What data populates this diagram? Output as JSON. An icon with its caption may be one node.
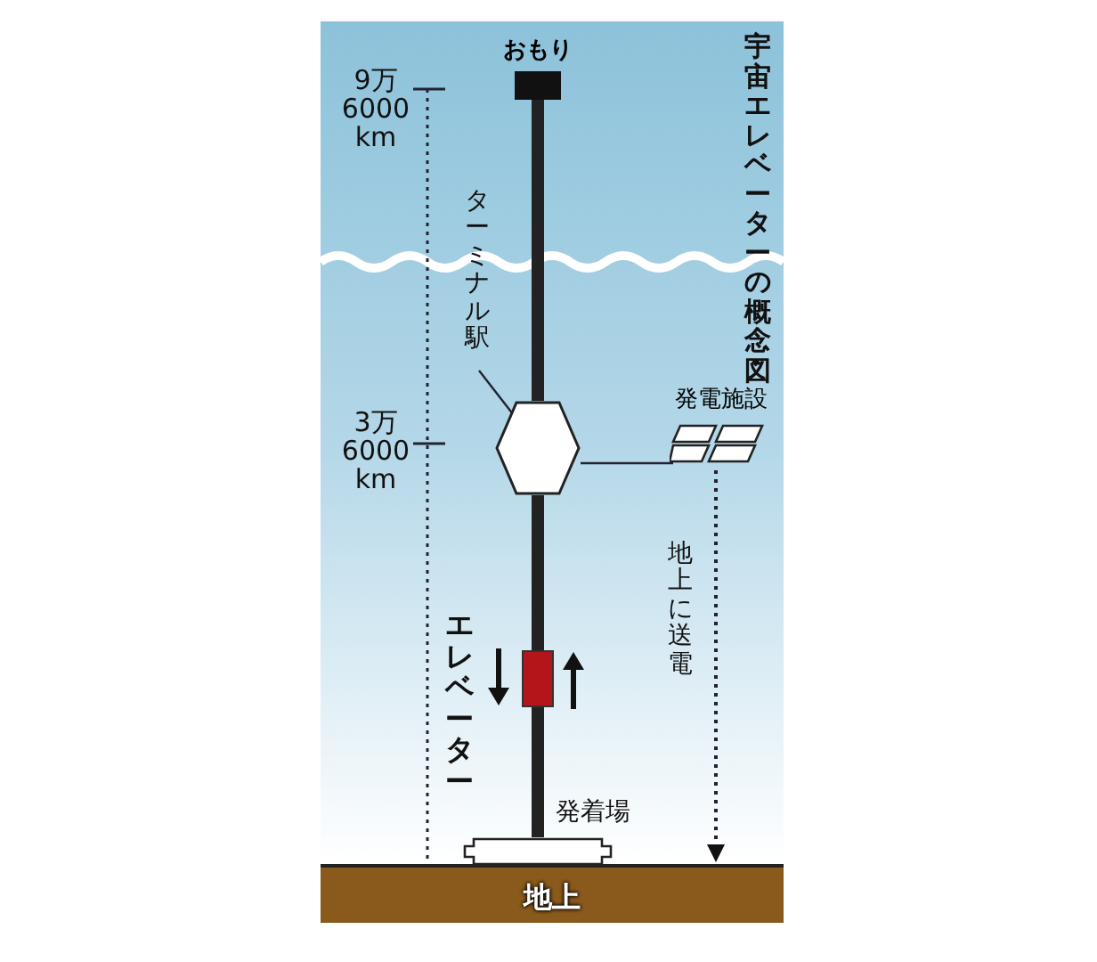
{
  "diagram": {
    "title": "宇宙エレベーターの概念図",
    "nodes": [
      {
        "text": [
          "おもり"
        ]
      },
      {
        "text": [
          "ターミナル駅"
        ]
      },
      {
        "text": [],
        "shape": "hexagon"
      },
      {
        "text": [
          "発電施設"
        ]
      },
      {
        "text": [],
        "shape": "box",
        "beside": [
          "エレベーター"
        ]
      },
      {
        "text": [],
        "shape": "box",
        "beside": [
          "発着場"
        ]
      },
      {
        "text": [
          "地上"
        ]
      }
    ],
    "edges": [
      {
        "from": 0,
        "to": 2,
        "arrow": "none",
        "style": "thick"
      },
      {
        "from": 1,
        "to": 2,
        "arrow": "none"
      },
      {
        "from": 2,
        "to": 3,
        "arrow": "none"
      },
      {
        "from": 2,
        "to": 4,
        "arrow": "none",
        "style": "thick"
      },
      {
        "from": 4,
        "to": 5,
        "arrow": "none",
        "style": "thick"
      },
      {
        "from": 3,
        "to": 6,
        "arrow": "to",
        "style": "dashed",
        "label": "地上に送電"
      }
    ],
    "labels": [
      "9万 6000 km",
      "3万 6000 km"
    ]
  }
}
